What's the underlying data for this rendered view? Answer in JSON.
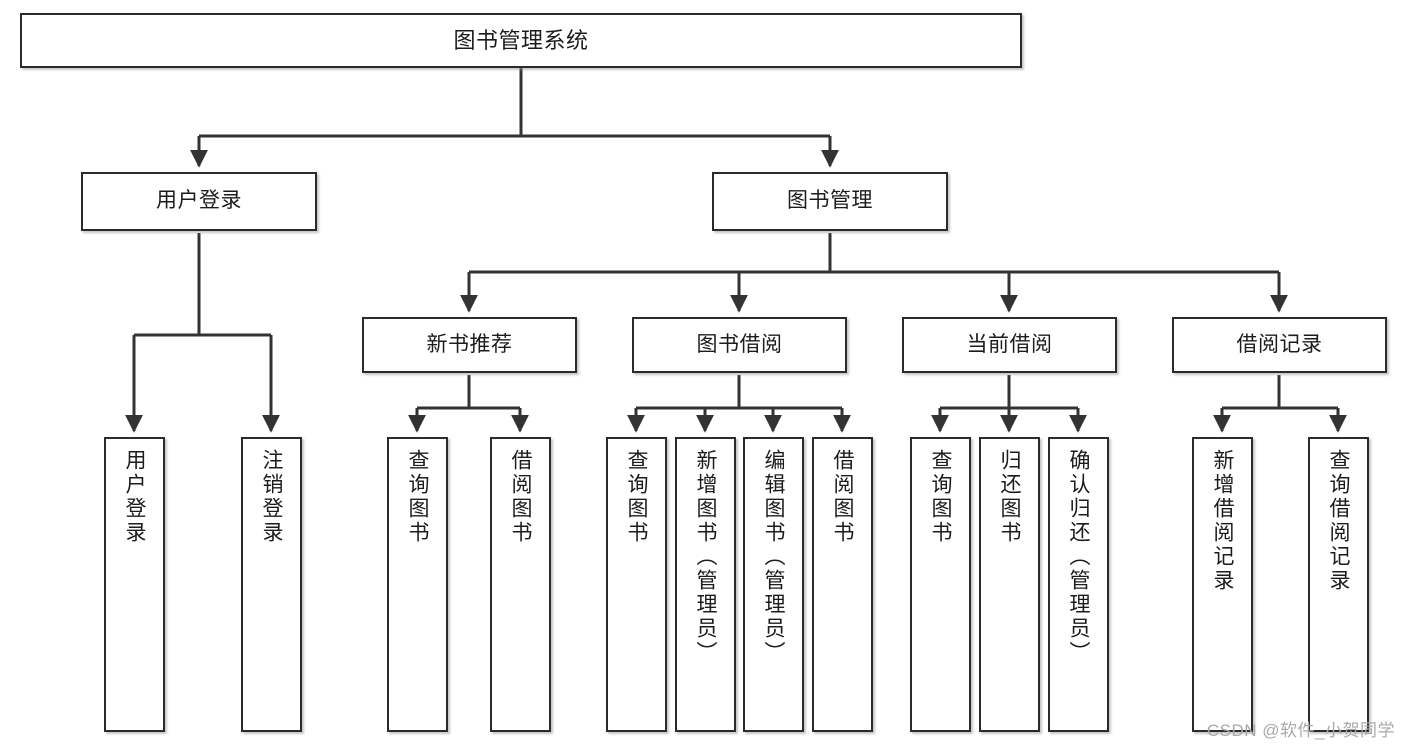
{
  "diagram": {
    "type": "tree",
    "title": "图书管理系统",
    "watermark": "CSDN @软件_小贺同学",
    "colors": {
      "box_border": "#2b2b2b",
      "box_fill": "#ffffff",
      "connector": "#333333",
      "text": "#1c1c1c",
      "watermark": "#a9a9a9",
      "background": "#ffffff"
    },
    "nodes": {
      "root": {
        "label": "图书管理系统",
        "level": 0
      },
      "user_login": {
        "label": "用户登录",
        "level": 1
      },
      "book_mgmt": {
        "label": "图书管理",
        "level": 1
      },
      "new_book_rec": {
        "label": "新书推荐",
        "level": 2
      },
      "book_borrow": {
        "label": "图书借阅",
        "level": 2
      },
      "current_borrow": {
        "label": "当前借阅",
        "level": 2
      },
      "borrow_record": {
        "label": "借阅记录",
        "level": 2
      },
      "leaf_user_login": {
        "label": "用户登录",
        "level": 3
      },
      "leaf_logout": {
        "label": "注销登录",
        "level": 3
      },
      "leaf_query_book_1": {
        "label": "查询图书",
        "level": 3
      },
      "leaf_borrow_book_1": {
        "label": "借阅图书",
        "level": 3
      },
      "leaf_query_book_2": {
        "label": "查询图书",
        "level": 3
      },
      "leaf_add_book": {
        "label": "新增图书（管理员）",
        "level": 3
      },
      "leaf_edit_book": {
        "label": "编辑图书（管理员）",
        "level": 3
      },
      "leaf_borrow_book_2": {
        "label": "借阅图书",
        "level": 3
      },
      "leaf_query_book_3": {
        "label": "查询图书",
        "level": 3
      },
      "leaf_return_book": {
        "label": "归还图书",
        "level": 3
      },
      "leaf_confirm_return": {
        "label": "确认归还（管理员）",
        "level": 3
      },
      "leaf_add_record": {
        "label": "新增借阅记录",
        "level": 3
      },
      "leaf_query_record": {
        "label": "查询借阅记录",
        "level": 3
      }
    },
    "edges": [
      {
        "from": "root",
        "to": "user_login"
      },
      {
        "from": "root",
        "to": "book_mgmt"
      },
      {
        "from": "user_login",
        "to": "leaf_user_login"
      },
      {
        "from": "user_login",
        "to": "leaf_logout"
      },
      {
        "from": "book_mgmt",
        "to": "new_book_rec"
      },
      {
        "from": "book_mgmt",
        "to": "book_borrow"
      },
      {
        "from": "book_mgmt",
        "to": "current_borrow"
      },
      {
        "from": "book_mgmt",
        "to": "borrow_record"
      },
      {
        "from": "new_book_rec",
        "to": "leaf_query_book_1"
      },
      {
        "from": "new_book_rec",
        "to": "leaf_borrow_book_1"
      },
      {
        "from": "book_borrow",
        "to": "leaf_query_book_2"
      },
      {
        "from": "book_borrow",
        "to": "leaf_add_book"
      },
      {
        "from": "book_borrow",
        "to": "leaf_edit_book"
      },
      {
        "from": "book_borrow",
        "to": "leaf_borrow_book_2"
      },
      {
        "from": "current_borrow",
        "to": "leaf_query_book_3"
      },
      {
        "from": "current_borrow",
        "to": "leaf_return_book"
      },
      {
        "from": "current_borrow",
        "to": "leaf_confirm_return"
      },
      {
        "from": "borrow_record",
        "to": "leaf_add_record"
      },
      {
        "from": "borrow_record",
        "to": "leaf_query_record"
      }
    ]
  }
}
